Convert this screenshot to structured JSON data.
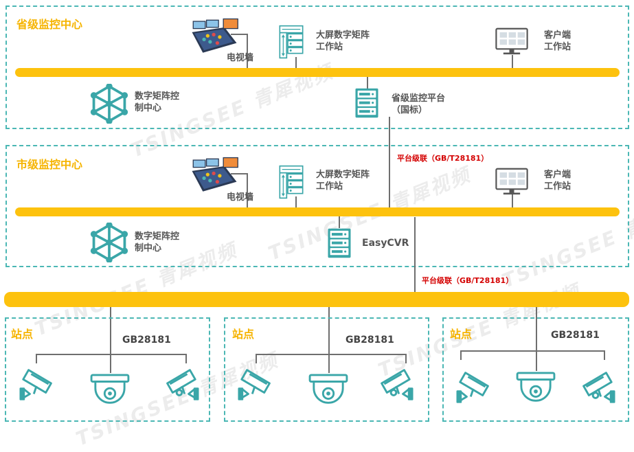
{
  "watermark": "TSINGSEE 青犀视频",
  "province": {
    "title": "省级监控中心",
    "tv_wall": "电视墙",
    "matrix_ws": [
      "大屏数字矩阵",
      "工作站"
    ],
    "client_ws": [
      "客户端",
      "工作站"
    ],
    "matrix_ctrl": [
      "数字矩阵控",
      "制中心"
    ],
    "platform": [
      "省级监控平台",
      "（国标）"
    ]
  },
  "city": {
    "title": "市级监控中心",
    "tv_wall": "电视墙",
    "matrix_ws": [
      "大屏数字矩阵",
      "工作站"
    ],
    "client_ws": [
      "客户端",
      "工作站"
    ],
    "matrix_ctrl": [
      "数字矩阵控",
      "制中心"
    ],
    "platform": "EasyCVR"
  },
  "cascade_label_1": "平台级联（GB/T28181）",
  "cascade_label_2": "平台级联（GB/T28181）",
  "sites": [
    {
      "title": "站点",
      "protocol": "GB28181"
    },
    {
      "title": "站点",
      "protocol": "GB28181"
    },
    {
      "title": "站点",
      "protocol": "GB28181"
    }
  ],
  "colors": {
    "accent": "#fdc20e",
    "border": "#4bb7b4",
    "icon": "#3aa6a8",
    "cascade_text": "#d40000"
  }
}
